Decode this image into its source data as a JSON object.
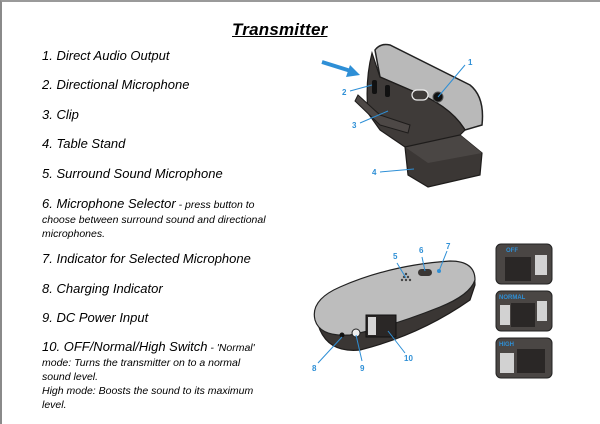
{
  "page": {
    "title": "Transmitter",
    "items": [
      {
        "num": "1.",
        "label": "Direct Audio Output"
      },
      {
        "num": "2.",
        "label": "Directional Microphone"
      },
      {
        "num": "3.",
        "label": "Clip"
      },
      {
        "num": "4.",
        "label": "Table Stand"
      },
      {
        "num": "5.",
        "label": "Surround Sound Microphone"
      },
      {
        "num": "6.",
        "label": "Microphone Selector",
        "sep": " - ",
        "desc_inline": "press button to",
        "desc_lines": [
          "choose between surround sound and directional",
          "microphones."
        ]
      },
      {
        "num": "7.",
        "label": "Indicator for Selected Microphone"
      },
      {
        "num": "8.",
        "label": "Charging Indicator"
      },
      {
        "num": "9.",
        "label": "DC Power Input"
      },
      {
        "num": "10.",
        "label": "OFF/Normal/High Switch",
        "sep": " - ",
        "desc_inline": "'Normal'",
        "desc_lines": [
          "mode: Turns the transmitter on to a normal",
          "sound level.",
          "High mode: Boosts the sound to its maximum",
          "level."
        ]
      }
    ]
  },
  "diagram": {
    "top_callouts": [
      "1",
      "2",
      "3",
      "4"
    ],
    "bottom_callouts": [
      "5",
      "6",
      "7",
      "8",
      "9",
      "10"
    ],
    "switch_states": [
      "OFF",
      "NORMAL",
      "HIGH"
    ],
    "accent_color": "#2e8fd6"
  }
}
